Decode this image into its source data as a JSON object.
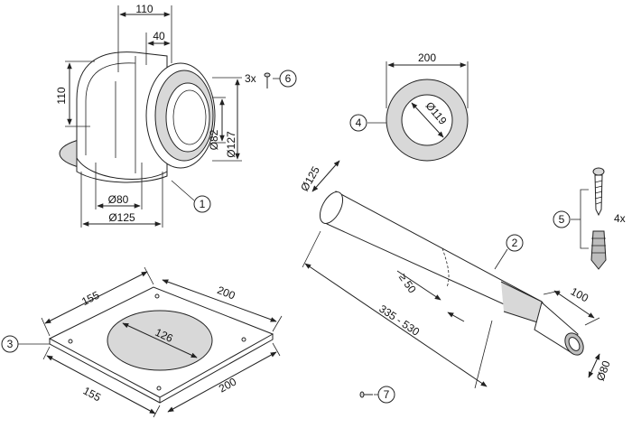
{
  "elbow": {
    "callout": "1",
    "dims": {
      "width_top": "110",
      "offset_top": "40",
      "height_left": "110",
      "inner_dia": "Ø82",
      "outer_dia": "Ø127",
      "bottom_inner": "Ø80",
      "bottom_outer": "Ø125"
    }
  },
  "wall_plate": {
    "callout": "3",
    "dims": {
      "side_tl": "155",
      "side_tr": "200",
      "side_bl": "155",
      "side_br": "200",
      "hole": "126"
    }
  },
  "rosette": {
    "callout": "4",
    "dims": {
      "width": "200",
      "hole": "Ø119"
    }
  },
  "screw_small": {
    "callout": "6",
    "qty": "3x"
  },
  "anchors": {
    "callout": "5",
    "qty": "4x"
  },
  "pipe": {
    "callout": "2",
    "dims": {
      "outer_dia": "Ø125",
      "min_insert": "≥ 50",
      "length": "335 - 530",
      "end_len": "100",
      "inner_dia": "Ø80"
    }
  },
  "screw_7": {
    "callout": "7"
  }
}
